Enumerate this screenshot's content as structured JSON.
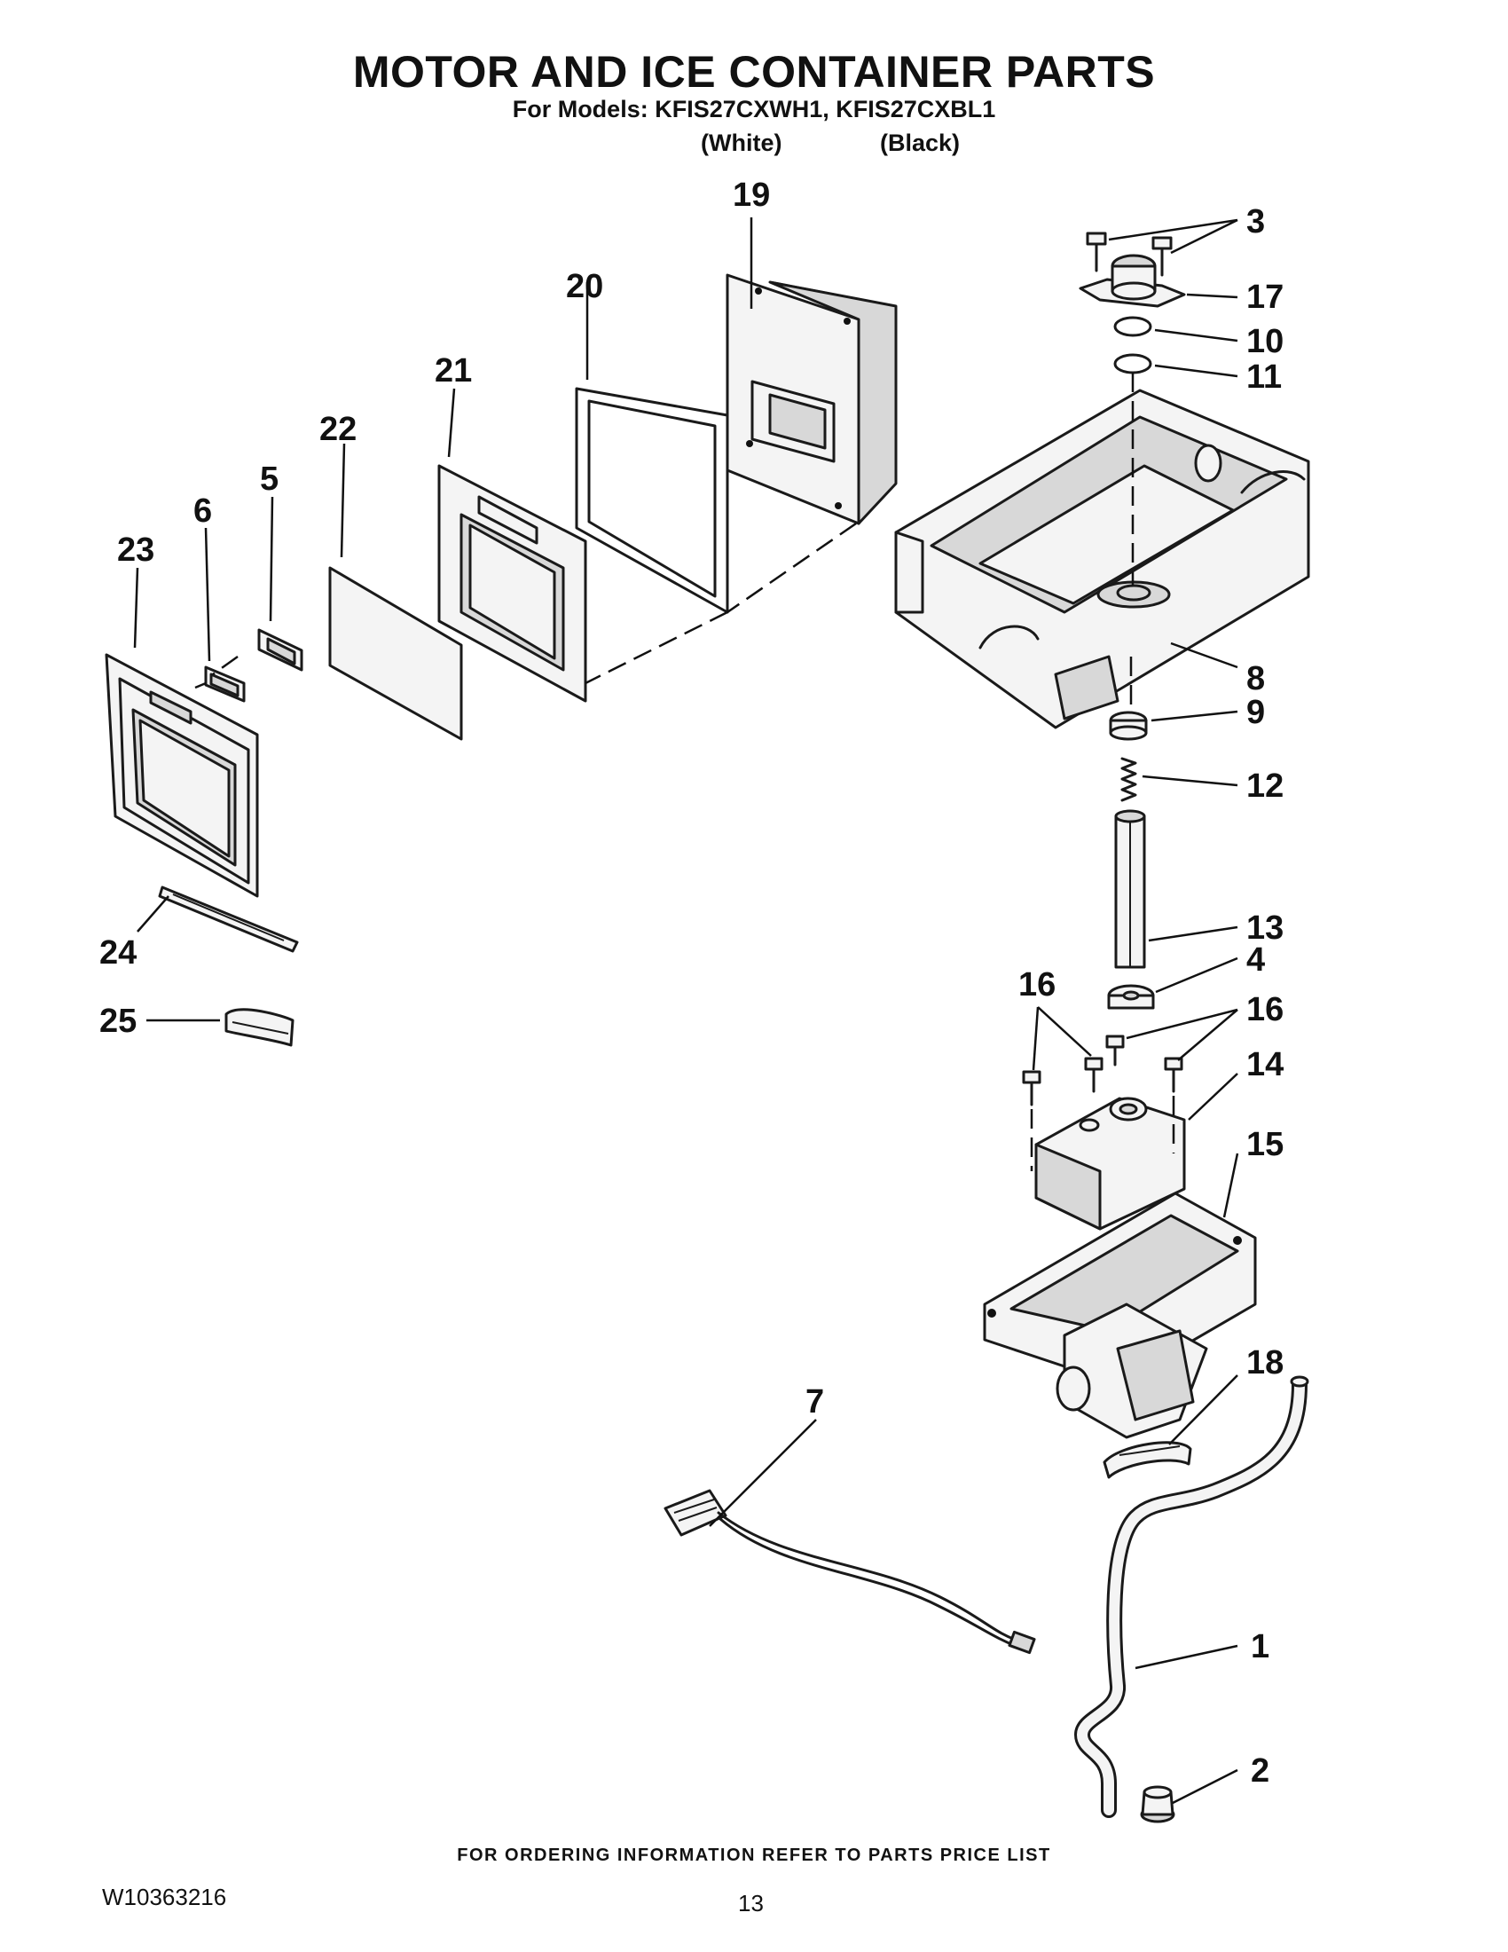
{
  "header": {
    "title": "MOTOR AND ICE CONTAINER PARTS",
    "models_line": "For Models: KFIS27CXWH1, KFIS27CXBL1",
    "variant_white": "(White)",
    "variant_black": "(Black)"
  },
  "callouts": {
    "c1": "1",
    "c2": "2",
    "c3": "3",
    "c4": "4",
    "c5": "5",
    "c6": "6",
    "c7": "7",
    "c8": "8",
    "c9": "9",
    "c10": "10",
    "c11": "11",
    "c12": "12",
    "c13": "13",
    "c14": "14",
    "c15": "15",
    "c16a": "16",
    "c16b": "16",
    "c17": "17",
    "c18": "18",
    "c19": "19",
    "c20": "20",
    "c21": "21",
    "c22": "22",
    "c23": "23",
    "c24": "24",
    "c25": "25"
  },
  "footer": {
    "ordering_note": "FOR ORDERING INFORMATION REFER TO PARTS PRICE LIST",
    "document_number": "W10363216",
    "page_number": "13"
  }
}
